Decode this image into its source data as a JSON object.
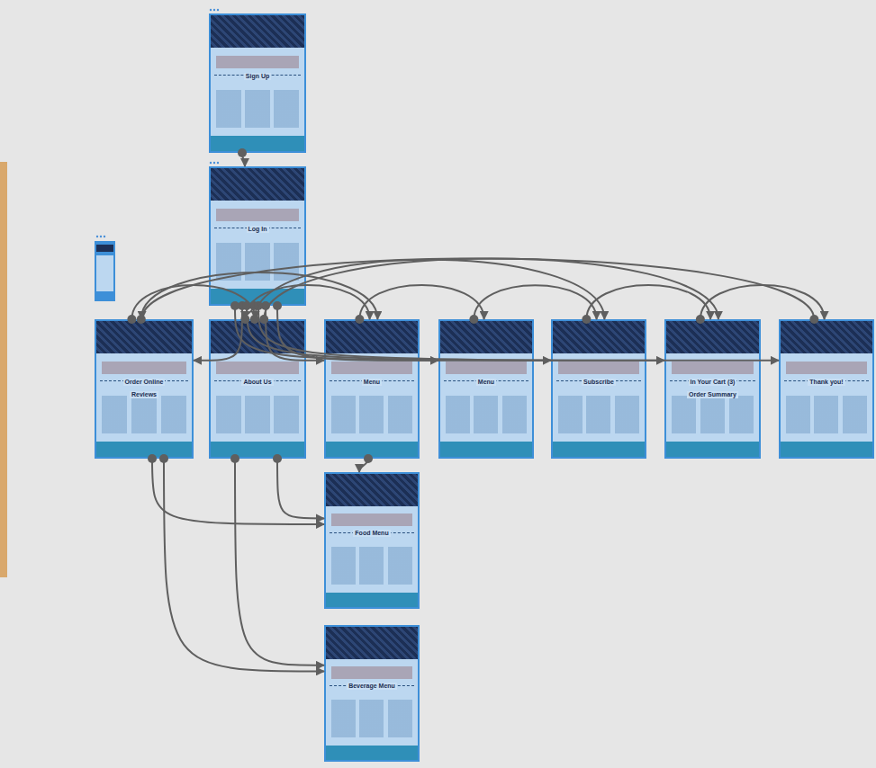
{
  "diagram": {
    "nodes": [
      {
        "text": [
          "Sign Up"
        ]
      },
      {
        "text": [
          "Log In"
        ]
      },
      {
        "text": [
          "Order Online",
          "Reviews"
        ]
      },
      {
        "text": [
          "About Us"
        ]
      },
      {
        "text": [
          "Menu"
        ]
      },
      {
        "text": [
          "Menu"
        ]
      },
      {
        "text": [
          "Subscribe"
        ]
      },
      {
        "text": [
          "In Your Cart (3)",
          "Order Summary"
        ]
      },
      {
        "text": [
          "Thank you!"
        ]
      },
      {
        "text": [
          "Food Menu"
        ]
      },
      {
        "text": [
          "Beverage Menu"
        ]
      }
    ],
    "edges": [
      {
        "from": 0,
        "to": 1,
        "arrow": "to"
      },
      {
        "from": 1,
        "to": 2,
        "arrow": "to"
      },
      {
        "from": 1,
        "to": 3,
        "arrow": "to"
      },
      {
        "from": 1,
        "to": 4,
        "arrow": "to"
      },
      {
        "from": 1,
        "to": 5,
        "arrow": "to"
      },
      {
        "from": 1,
        "to": 6,
        "arrow": "to"
      },
      {
        "from": 1,
        "to": 7,
        "arrow": "to"
      },
      {
        "from": 1,
        "to": 8,
        "arrow": "to"
      },
      {
        "from": 2,
        "to": 3,
        "arrow": "to"
      },
      {
        "from": 3,
        "to": 4,
        "arrow": "to"
      },
      {
        "from": 4,
        "to": 5,
        "arrow": "to"
      },
      {
        "from": 5,
        "to": 6,
        "arrow": "to"
      },
      {
        "from": 6,
        "to": 7,
        "arrow": "to"
      },
      {
        "from": 7,
        "to": 8,
        "arrow": "to"
      },
      {
        "from": 2,
        "to": 4,
        "arrow": "to"
      },
      {
        "from": 3,
        "to": 6,
        "arrow": "to"
      },
      {
        "from": 3,
        "to": 7,
        "arrow": "to"
      },
      {
        "from": 4,
        "to": 9,
        "arrow": "to"
      },
      {
        "from": 3,
        "to": 9,
        "arrow": "to"
      },
      {
        "from": 3,
        "to": 10,
        "arrow": "to"
      },
      {
        "from": 2,
        "to": 9,
        "arrow": "to"
      },
      {
        "from": 2,
        "to": 10,
        "arrow": "to"
      },
      {
        "from": 8,
        "to": 2,
        "arrow": "to"
      }
    ]
  }
}
